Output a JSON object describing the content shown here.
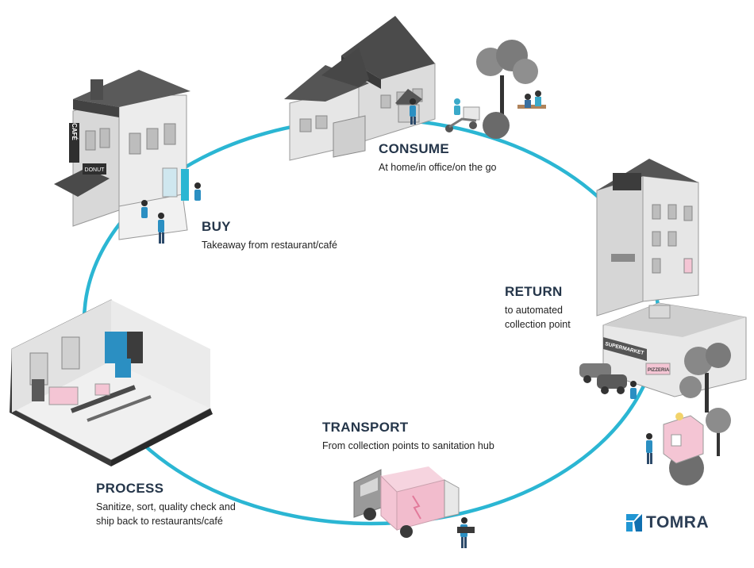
{
  "colors": {
    "cycle_ring": "#2bb6d3",
    "building": "#d9d9d9",
    "roof": "#4a4a4a",
    "accent_pink": "#f4c5d4",
    "person": "#2b8fc2",
    "text_dark": "#25364a"
  },
  "stages": {
    "consume": {
      "title": "CONSUME",
      "desc": "At home/in office/on the go"
    },
    "buy": {
      "title": "BUY",
      "desc": "Takeaway from restaurant/café"
    },
    "return": {
      "title": "RETURN",
      "desc_line1": "to automated",
      "desc_line2": "collection point"
    },
    "transport": {
      "title": "TRANSPORT",
      "desc": "From collection points to sanitation hub"
    },
    "process": {
      "title": "PROCESS",
      "desc_line1": "Sanitize, sort, quality check and",
      "desc_line2": "ship back to restaurants/café"
    }
  },
  "illustrations": {
    "cafe": {
      "sign_vertical": "CAFÉ",
      "sign_board": "DONUT"
    },
    "supermarket": {
      "sign": "SUPERMARKET",
      "side_sign": "PIZZERIA"
    },
    "icons": [
      "house-icon",
      "cafe-building-icon",
      "apartment-building-icon",
      "supermarket-icon",
      "delivery-truck-icon",
      "factory-icon",
      "tree-icon",
      "scooter-rider-icon",
      "person-icon",
      "car-icon",
      "reverse-vending-machine-icon"
    ]
  },
  "brand": {
    "logo_text": "TOMRA"
  }
}
